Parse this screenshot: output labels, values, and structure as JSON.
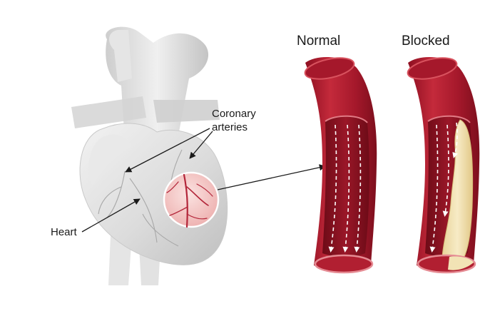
{
  "labels": {
    "normal": "Normal",
    "blocked": "Blocked",
    "coronary_arteries_line1": "Coronary",
    "coronary_arteries_line2": "arteries",
    "heart": "Heart"
  },
  "colors": {
    "artery_wall": "#a5182b",
    "artery_inner": "#c42a3b",
    "artery_lumen": "#7d0f1d",
    "artery_highlight": "#d8525e",
    "plaque": "#f2e3b5",
    "heart_gray": "#d9d9d9",
    "zoom_circle": "#f6c9c9",
    "vessel_in_zoom": "#b3263a"
  },
  "icons": {
    "heart": "heart-illustration",
    "normal_artery": "normal-artery-illustration",
    "blocked_artery": "blocked-artery-illustration",
    "flow_arrows": "blood-flow-arrow-icon"
  }
}
